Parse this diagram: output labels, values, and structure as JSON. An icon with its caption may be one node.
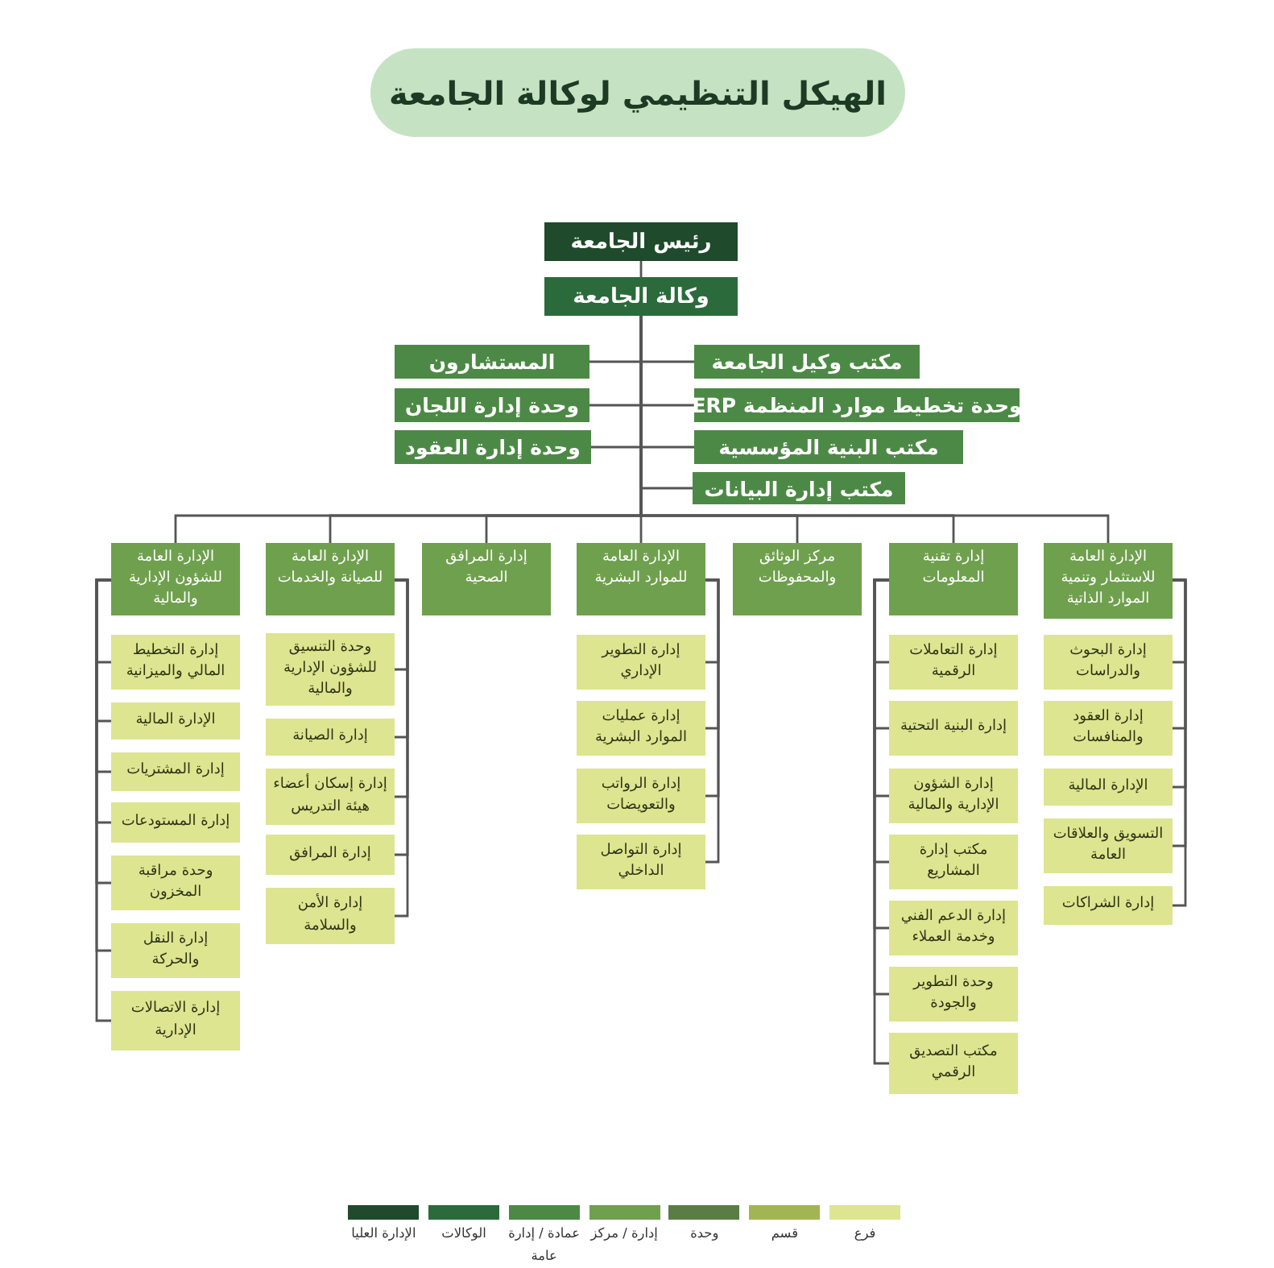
{
  "diagram": {
    "title": "الهيكل التنظيمي لوكالة الجامعة",
    "nodes": [
      {
        "text": [
          "رئيس الجامعة"
        ]
      },
      {
        "text": [
          "وكالة الجامعة"
        ]
      },
      {
        "text": [
          "مكتب وكيل الجامعة"
        ]
      },
      {
        "text": [
          "المستشارون"
        ]
      },
      {
        "text": [
          "وحدة تخطيط موارد المنظمة ERP"
        ]
      },
      {
        "text": [
          "وحدة إدارة اللجان"
        ]
      },
      {
        "text": [
          "مكتب البنية المؤسسية"
        ]
      },
      {
        "text": [
          "وحدة إدارة العقود"
        ]
      },
      {
        "text": [
          "مكتب إدارة البيانات"
        ]
      },
      {
        "text": [
          "الإدارة العامة للاستثمار وتنمية الموارد الذاتية"
        ]
      },
      {
        "text": [
          "إدارة البحوث والدراسات"
        ]
      },
      {
        "text": [
          "إدارة العقود والمنافسات"
        ]
      },
      {
        "text": [
          "الإدارة المالية"
        ]
      },
      {
        "text": [
          "التسويق والعلاقات العامة"
        ]
      },
      {
        "text": [
          "إدارة الشراكات"
        ]
      },
      {
        "text": [
          "إدارة تقنية المعلومات"
        ]
      },
      {
        "text": [
          "إدارة التعاملات الرقمية"
        ]
      },
      {
        "text": [
          "إدارة البنية التحتية"
        ]
      },
      {
        "text": [
          "إدارة الشؤون الإدارية والمالية"
        ]
      },
      {
        "text": [
          "مكتب إدارة المشاريع"
        ]
      },
      {
        "text": [
          "إدارة الدعم الفني وخدمة العملاء"
        ]
      },
      {
        "text": [
          "وحدة التطوير والجودة"
        ]
      },
      {
        "text": [
          "مكتب التصديق الرقمي"
        ]
      },
      {
        "text": [
          "مركز الوثائق والمحفوظات"
        ]
      },
      {
        "text": [
          "الإدارة العامة للموارد البشرية"
        ]
      },
      {
        "text": [
          "إدارة التطوير الإداري"
        ]
      },
      {
        "text": [
          "إدارة عمليات الموارد البشرية"
        ]
      },
      {
        "text": [
          "إدارة الرواتب والتعويضات"
        ]
      },
      {
        "text": [
          "إدارة التواصل الداخلي"
        ]
      },
      {
        "text": [
          "إدارة المرافق الصحية"
        ]
      },
      {
        "text": [
          "الإدارة العامة للصيانة والخدمات"
        ]
      },
      {
        "text": [
          "وحدة التنسيق للشؤون الإدارية والمالية"
        ]
      },
      {
        "text": [
          "إدارة الصيانة"
        ]
      },
      {
        "text": [
          "إدارة إسكان أعضاء هيئة التدريس"
        ]
      },
      {
        "text": [
          "إدارة المرافق"
        ]
      },
      {
        "text": [
          "إدارة الأمن والسلامة"
        ]
      },
      {
        "text": [
          "الإدارة العامة للشؤون الإدارية والمالية"
        ]
      },
      {
        "text": [
          "إدارة التخطيط المالي والميزانية"
        ]
      },
      {
        "text": [
          "الإدارة المالية"
        ]
      },
      {
        "text": [
          "إدارة المشتريات"
        ]
      },
      {
        "text": [
          "إدارة المستودعات"
        ]
      },
      {
        "text": [
          "وحدة مراقبة المخزون"
        ]
      },
      {
        "text": [
          "إدارة النقل والحركة"
        ]
      },
      {
        "text": [
          "إدارة الاتصالات الإدارية"
        ]
      }
    ],
    "edges": [
      {
        "from": 0,
        "to": 1,
        "arrow": "none"
      },
      {
        "from": 1,
        "to": 2,
        "arrow": "none"
      },
      {
        "from": 1,
        "to": 3,
        "arrow": "none"
      },
      {
        "from": 1,
        "to": 4,
        "arrow": "none"
      },
      {
        "from": 1,
        "to": 5,
        "arrow": "none"
      },
      {
        "from": 1,
        "to": 6,
        "arrow": "none"
      },
      {
        "from": 1,
        "to": 7,
        "arrow": "none"
      },
      {
        "from": 1,
        "to": 8,
        "arrow": "none"
      },
      {
        "from": 1,
        "to": 9,
        "arrow": "none"
      },
      {
        "from": 1,
        "to": 15,
        "arrow": "none"
      },
      {
        "from": 1,
        "to": 23,
        "arrow": "none"
      },
      {
        "from": 1,
        "to": 24,
        "arrow": "none"
      },
      {
        "from": 1,
        "to": 29,
        "arrow": "none"
      },
      {
        "from": 1,
        "to": 30,
        "arrow": "none"
      },
      {
        "from": 1,
        "to": 36,
        "arrow": "none"
      },
      {
        "from": 9,
        "to": 10,
        "arrow": "none"
      },
      {
        "from": 9,
        "to": 11,
        "arrow": "none"
      },
      {
        "from": 9,
        "to": 12,
        "arrow": "none"
      },
      {
        "from": 9,
        "to": 13,
        "arrow": "none"
      },
      {
        "from": 9,
        "to": 14,
        "arrow": "none"
      },
      {
        "from": 15,
        "to": 16,
        "arrow": "none"
      },
      {
        "from": 15,
        "to": 17,
        "arrow": "none"
      },
      {
        "from": 15,
        "to": 18,
        "arrow": "none"
      },
      {
        "from": 15,
        "to": 19,
        "arrow": "none"
      },
      {
        "from": 15,
        "to": 20,
        "arrow": "none"
      },
      {
        "from": 15,
        "to": 21,
        "arrow": "none"
      },
      {
        "from": 15,
        "to": 22,
        "arrow": "none"
      },
      {
        "from": 24,
        "to": 25,
        "arrow": "none"
      },
      {
        "from": 24,
        "to": 26,
        "arrow": "none"
      },
      {
        "from": 24,
        "to": 27,
        "arrow": "none"
      },
      {
        "from": 24,
        "to": 28,
        "arrow": "none"
      },
      {
        "from": 30,
        "to": 31,
        "arrow": "none"
      },
      {
        "from": 30,
        "to": 32,
        "arrow": "none"
      },
      {
        "from": 30,
        "to": 33,
        "arrow": "none"
      },
      {
        "from": 30,
        "to": 34,
        "arrow": "none"
      },
      {
        "from": 30,
        "to": 35,
        "arrow": "none"
      },
      {
        "from": 36,
        "to": 37,
        "arrow": "none"
      },
      {
        "from": 36,
        "to": 38,
        "arrow": "none"
      },
      {
        "from": 36,
        "to": 39,
        "arrow": "none"
      },
      {
        "from": 36,
        "to": 40,
        "arrow": "none"
      },
      {
        "from": 36,
        "to": 41,
        "arrow": "none"
      },
      {
        "from": 36,
        "to": 42,
        "arrow": "none"
      },
      {
        "from": 36,
        "to": 43,
        "arrow": "none"
      }
    ],
    "legend": [
      {
        "text": "فرع",
        "color": "#dde590"
      },
      {
        "text": "قسم",
        "color": "#a3b552"
      },
      {
        "text": "وحدة",
        "color": "#5a7d46"
      },
      {
        "text": "إدارة / مركز",
        "color": "#6fa04e"
      },
      {
        "text": "عمادة / إدارة عامة",
        "color": "#4d8946"
      },
      {
        "text": "الوكالات",
        "color": "#2b6a3b"
      },
      {
        "text": "الإدارة العليا",
        "color": "#1f4a2b"
      }
    ]
  }
}
